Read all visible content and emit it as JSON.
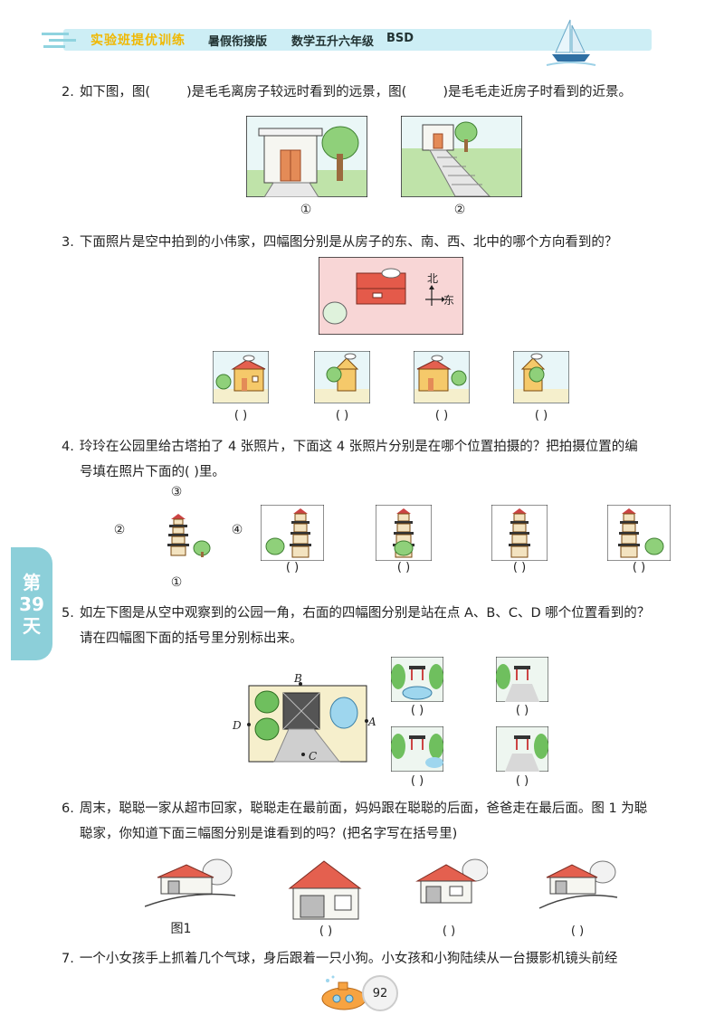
{
  "header": {
    "brand": "实验班提优训练",
    "edition": "暑假衔接版",
    "subject": "数学五升六年级",
    "publisher": "BSD"
  },
  "side_tab": {
    "chars": [
      "第",
      "39",
      "天"
    ]
  },
  "q2": {
    "number": "2.",
    "part1": "如下图，图(",
    "part2": ")是毛毛离房子较远时看到的远景，图(",
    "part3": ")是毛毛走近房子时看到的近景。",
    "label1": "①",
    "label2": "②"
  },
  "q3": {
    "number": "3.",
    "text": "下面照片是空中拍到的小伟家，四幅图分别是从房子的东、南、西、北中的哪个方向看到的？",
    "compass_north": "北",
    "compass_east": "东",
    "blank": "(      )"
  },
  "q4": {
    "number": "4.",
    "line1": "玲玲在公园里给古塔拍了 4 张照片，下面这 4 张照片分别是在哪个位置拍摄的？把拍摄位置的编",
    "line2": "号填在照片下面的(      )里。",
    "pos1": "①",
    "pos2": "②",
    "pos3": "③",
    "pos4": "④",
    "blank": "(      )"
  },
  "q5": {
    "number": "5.",
    "line1": "如左下图是从空中观察到的公园一角，右面的四幅图分别是站在点 A、B、C、D 哪个位置看到的？",
    "line2": "请在四幅图下面的括号里分别标出来。",
    "A": "A",
    "B": "B",
    "C": "C",
    "D": "D",
    "blank": "(      )"
  },
  "q6": {
    "number": "6.",
    "line1": "周末，聪聪一家从超市回家，聪聪走在最前面，妈妈跟在聪聪的后面，爸爸走在最后面。图 1 为聪",
    "line2": "聪家，你知道下面三幅图分别是谁看到的吗？(把名字写在括号里)",
    "fig_label": "图1",
    "blank": "(      )"
  },
  "q7": {
    "number": "7.",
    "text": "一个小女孩手上抓着几个气球，身后跟着一只小狗。小女孩和小狗陆续从一台摄影机镜头前经"
  },
  "page_number": "92",
  "colors": {
    "accent_yellow": "#f0b800",
    "tab_blue": "#8ccfd9",
    "header_bg": "#cdeef5"
  }
}
